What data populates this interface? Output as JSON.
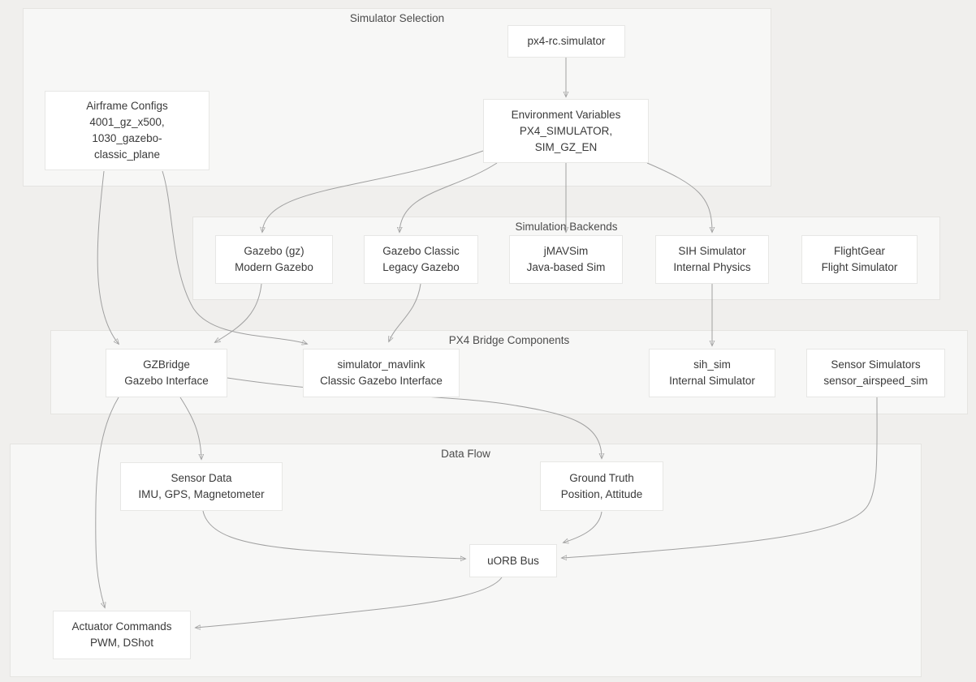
{
  "diagram_title": "PX4 simulator architecture flowchart",
  "groups": {
    "selection": {
      "label": "Simulator Selection"
    },
    "backends": {
      "label": "Simulation Backends"
    },
    "bridge": {
      "label": "PX4 Bridge Components"
    },
    "dataflow": {
      "label": "Data Flow"
    }
  },
  "nodes": {
    "px4rc": {
      "lines": [
        "px4-rc.simulator"
      ]
    },
    "airframes": {
      "lines": [
        "Airframe Configs",
        "4001_gz_x500,",
        "1030_gazebo-",
        "classic_plane"
      ]
    },
    "envvars": {
      "lines": [
        "Environment Variables",
        "PX4_SIMULATOR,",
        "SIM_GZ_EN"
      ]
    },
    "gz": {
      "lines": [
        "Gazebo (gz)",
        "Modern Gazebo"
      ]
    },
    "gzclassic": {
      "lines": [
        "Gazebo Classic",
        "Legacy Gazebo"
      ]
    },
    "jmavsim": {
      "lines": [
        "jMAVSim",
        "Java-based Sim"
      ]
    },
    "sih": {
      "lines": [
        "SIH Simulator",
        "Internal Physics"
      ]
    },
    "flightgear": {
      "lines": [
        "FlightGear",
        "Flight Simulator"
      ]
    },
    "gzbridge": {
      "lines": [
        "GZBridge",
        "Gazebo Interface"
      ]
    },
    "simmavlink": {
      "lines": [
        "simulator_mavlink",
        "Classic Gazebo Interface"
      ]
    },
    "sihsim": {
      "lines": [
        "sih_sim",
        "Internal Simulator"
      ]
    },
    "sensorsim": {
      "lines": [
        "Sensor Simulators",
        "sensor_airspeed_sim"
      ]
    },
    "sensordata": {
      "lines": [
        "Sensor Data",
        "IMU, GPS, Magnetometer"
      ]
    },
    "groundtruth": {
      "lines": [
        "Ground Truth",
        "Position, Attitude"
      ]
    },
    "uorb": {
      "lines": [
        "uORB Bus"
      ]
    },
    "actuators": {
      "lines": [
        "Actuator Commands",
        "PWM, DShot"
      ]
    }
  },
  "edges": [
    {
      "from": "px4rc",
      "to": "envvars"
    },
    {
      "from": "envvars",
      "to": "gz"
    },
    {
      "from": "envvars",
      "to": "gzclassic"
    },
    {
      "from": "envvars",
      "to": "jmavsim"
    },
    {
      "from": "envvars",
      "to": "sih"
    },
    {
      "from": "airframes",
      "to": "gzbridge"
    },
    {
      "from": "airframes",
      "to": "simmavlink"
    },
    {
      "from": "gz",
      "to": "gzbridge"
    },
    {
      "from": "gzclassic",
      "to": "simmavlink"
    },
    {
      "from": "sih",
      "to": "sihsim"
    },
    {
      "from": "gzbridge",
      "to": "sensordata"
    },
    {
      "from": "gzbridge",
      "to": "groundtruth"
    },
    {
      "from": "gzbridge",
      "to": "actuators"
    },
    {
      "from": "sensordata",
      "to": "uorb"
    },
    {
      "from": "groundtruth",
      "to": "uorb"
    },
    {
      "from": "sensorsim",
      "to": "uorb"
    },
    {
      "from": "uorb",
      "to": "actuators"
    }
  ],
  "colors": {
    "background": "#f0efed",
    "group_fill": "#f7f7f6",
    "group_border": "#e5e4e1",
    "node_fill": "#ffffff",
    "node_border": "#e7e7e5",
    "edge": "#a0a0a0",
    "text": "#3a3a3a"
  }
}
